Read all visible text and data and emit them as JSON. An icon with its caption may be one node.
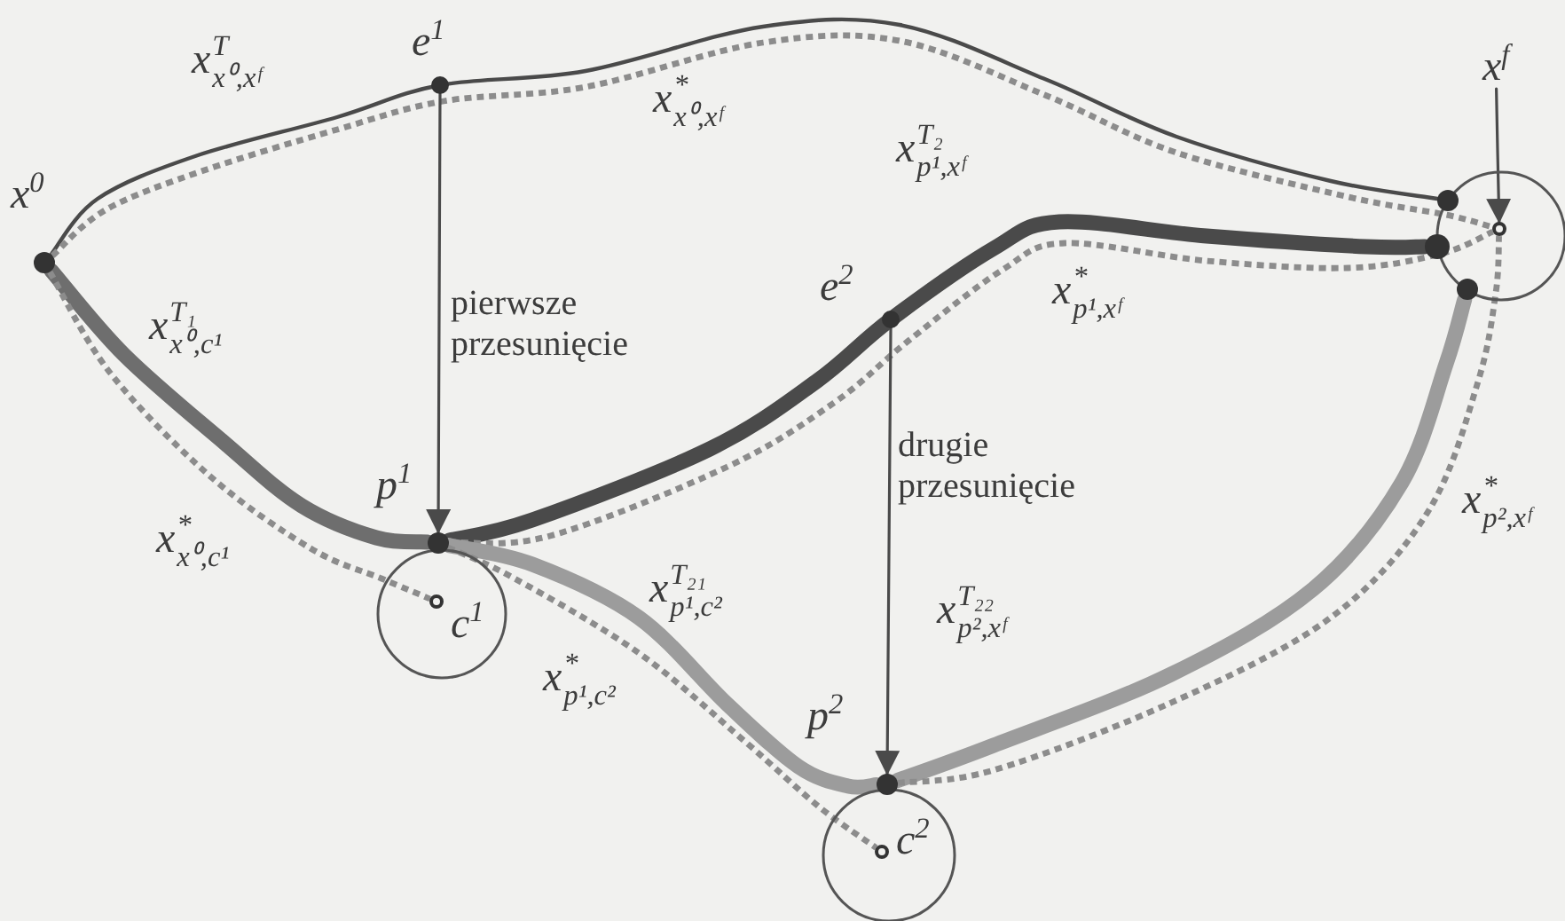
{
  "diagram": {
    "nodes": [
      {
        "text": [],
        "shape": "dot",
        "beside": [
          "x$^{0}$"
        ]
      },
      {
        "text": [],
        "shape": "dot",
        "beside": [
          "e$^{1}$"
        ]
      },
      {
        "text": [],
        "shape": "dot",
        "beside": [
          "p$^{1}$"
        ]
      },
      {
        "text": [],
        "shape": "circle",
        "beside": [
          "c$^{1}$"
        ]
      },
      {
        "text": [],
        "shape": "dot",
        "beside": [
          "e$^{2}$"
        ]
      },
      {
        "text": [],
        "shape": "dot",
        "beside": [
          "p$^{2}$"
        ]
      },
      {
        "text": [],
        "shape": "circle",
        "beside": [
          "c$^{2}$"
        ]
      },
      {
        "text": [],
        "shape": "circle"
      },
      {
        "text": [],
        "shape": "dot"
      },
      {
        "text": [],
        "shape": "dot"
      },
      {
        "text": [],
        "shape": "dot"
      },
      {
        "text": [
          "x$^{f}$"
        ]
      }
    ],
    "edges": [
      {
        "from": 0,
        "to": 8,
        "arrow": "none",
        "label": "x$^{T}$$_{x⁰,xᶠ}$"
      },
      {
        "from": 0,
        "to": 7,
        "arrow": "none",
        "label": "x$^{*}$$_{x⁰,xᶠ}$",
        "style": "dashed",
        "color": "#8c8c8c"
      },
      {
        "from": 0,
        "to": 2,
        "arrow": "none",
        "label": "x$^{T₁}$$_{x⁰,c¹}$",
        "style": "thick",
        "color": "#6e6e6e"
      },
      {
        "from": 0,
        "to": 3,
        "arrow": "none",
        "label": "x$^{*}$$_{x⁰,c¹}$",
        "style": "dashed",
        "color": "#8c8c8c"
      },
      {
        "from": 2,
        "to": 9,
        "arrow": "none",
        "label": "x$^{T₂}$$_{p¹,xᶠ}$",
        "style": "thick"
      },
      {
        "from": 2,
        "to": 7,
        "arrow": "none",
        "label": "x$^{*}$$_{p¹,xᶠ}$",
        "style": "dashed",
        "color": "#8c8c8c"
      },
      {
        "from": 2,
        "to": 5,
        "arrow": "none",
        "label": "x$^{T₂₁}$$_{p¹,c²}$",
        "style": "thick",
        "color": "#9c9c9c"
      },
      {
        "from": 2,
        "to": 6,
        "arrow": "none",
        "label": "x$^{*}$$_{p¹,c²}$",
        "style": "dashed",
        "color": "#8c8c8c"
      },
      {
        "from": 5,
        "to": 10,
        "arrow": "none",
        "label": "x$^{T₂₂}$$_{p²,xᶠ}$",
        "style": "thick",
        "color": "#9c9c9c"
      },
      {
        "from": 5,
        "to": 7,
        "arrow": "none",
        "label": "x$^{*}$$_{p²,xᶠ}$",
        "style": "dashed",
        "color": "#8c8c8c"
      },
      {
        "from": 1,
        "to": 2,
        "arrow": "to",
        "label": "pierwsze przesunięcie"
      },
      {
        "from": 4,
        "to": 5,
        "arrow": "to",
        "label": "drugie przesunięcie"
      },
      {
        "from": 11,
        "to": 7,
        "arrow": "to"
      }
    ]
  }
}
